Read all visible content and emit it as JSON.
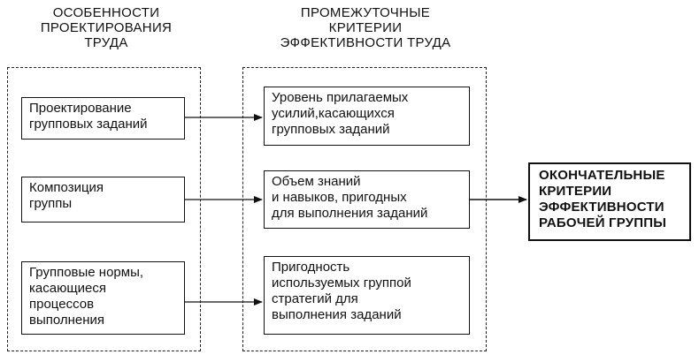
{
  "headings": {
    "left": "ОСОБЕННОСТИ\nПРОЕКТИРОВАНИЯ\nТРУДА",
    "middle": "ПРОМЕЖУТОЧНЫЕ\nКРИТЕРИИ\nЭФФЕКТИВНОСТИ ТРУДА"
  },
  "left_boxes": [
    "Проектирование\nгрупповых заданий",
    "Композиция\nгруппы",
    "Групповые нормы,\nкасающиеся\nпроцессов\nвыполнения"
  ],
  "middle_boxes": [
    "Уровень прилагаемых\nусилий,касающихся\nгрупповых заданий",
    "Объем знаний\nи навыков, пригодных\nдля выполнения заданий",
    "Пригодность\nиспользуемых группой\nстратегий для\nвыполнения заданий"
  ],
  "final_box": "ОКОНЧАТЕЛЬНЫЕ\nКРИТЕРИИ\nЭФФЕКТИВНОСТИ\nРАБОЧЕЙ ГРУППЫ"
}
